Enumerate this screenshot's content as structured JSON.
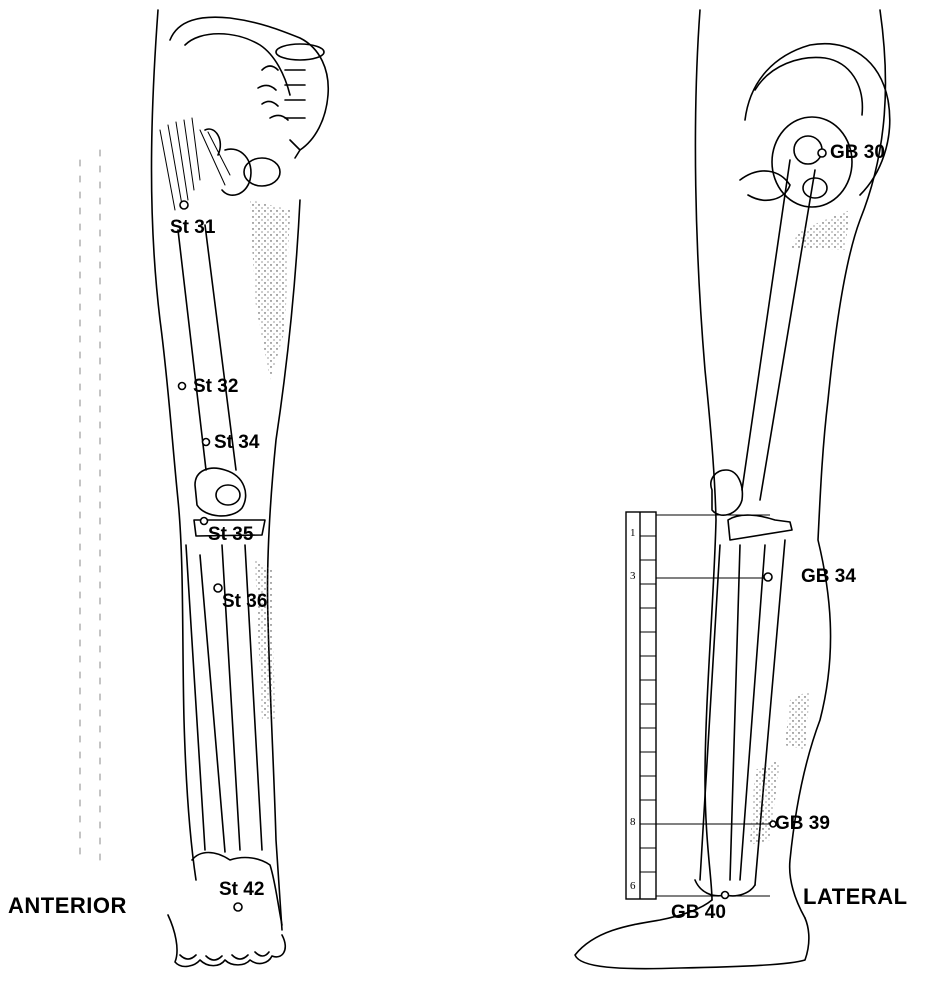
{
  "anterior": {
    "title": "ANTERIOR",
    "points": [
      {
        "id": "st31",
        "label": "St 31"
      },
      {
        "id": "st32",
        "label": "St 32"
      },
      {
        "id": "st34",
        "label": "St 34"
      },
      {
        "id": "st35",
        "label": "St 35"
      },
      {
        "id": "st36",
        "label": "St 36"
      },
      {
        "id": "st42",
        "label": "St 42"
      }
    ]
  },
  "lateral": {
    "title": "LATERAL",
    "points": [
      {
        "id": "gb30",
        "label": "GB 30"
      },
      {
        "id": "gb34",
        "label": "GB 34"
      },
      {
        "id": "gb39",
        "label": "GB 39"
      },
      {
        "id": "gb40",
        "label": "GB 40"
      }
    ],
    "ruler_ticks": [
      "1",
      "3",
      "8",
      "6"
    ]
  }
}
